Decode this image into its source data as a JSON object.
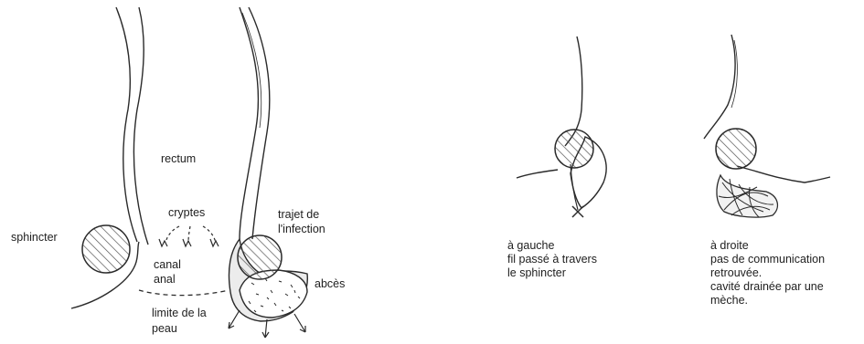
{
  "left_diagram": {
    "labels": {
      "rectum": "rectum",
      "cryptes": "cryptes",
      "sphincter": "sphincter",
      "canal": "canal",
      "anal": "anal",
      "trajet_line1": "trajet de",
      "trajet_line2": "l'infection",
      "abces": "abcès",
      "limite_line1": "limite de la",
      "limite_line2": "peau"
    }
  },
  "right_diagrams": {
    "left_caption": [
      "à gauche",
      "fil passé à travers",
      "le sphincter"
    ],
    "right_caption": [
      "à droite",
      "pas de communication",
      "retrouvée.",
      "cavité drainée par une",
      "mèche."
    ]
  },
  "colors": {
    "ink": "#2a2a2a",
    "hatch": "#555555",
    "shade": "#e6e6e6"
  }
}
